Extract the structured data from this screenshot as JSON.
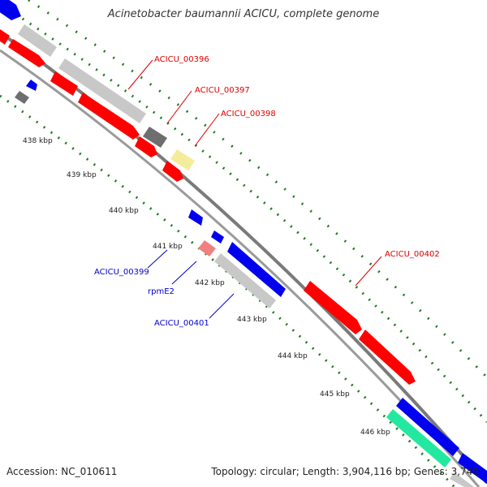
{
  "title": "Acinetobacter baumannii ACICU, complete genome",
  "accession": "Accession: NC_010611",
  "topology": "Topology: circular; Length: 3,904,116 bp; Genes: 3,749",
  "colors": {
    "red": "#ff0000",
    "blue": "#0000ee",
    "grey": "#c8c8c8",
    "dark_grey": "#6e6e6e",
    "yellow": "#f5ec9a",
    "pink": "#f08080",
    "green": "#22e8a0",
    "tick_green": "#1e7a1e",
    "red_label": "#dd0000",
    "blue_label": "#0000cc"
  },
  "ticks": [
    "438 kbp",
    "439 kbp",
    "440 kbp",
    "441 kbp",
    "442 kbp",
    "443 kbp",
    "444 kbp",
    "445 kbp",
    "446 kbp"
  ],
  "gene_labels": [
    {
      "text": "ACICU_00396",
      "color": "red"
    },
    {
      "text": "ACICU_00397",
      "color": "red"
    },
    {
      "text": "ACICU_00398",
      "color": "red"
    },
    {
      "text": "ACICU_00402",
      "color": "red"
    },
    {
      "text": "ACICU_00399",
      "color": "blue"
    },
    {
      "text": "rpmE2",
      "color": "blue"
    },
    {
      "text": "ACICU_00401",
      "color": "blue"
    }
  ]
}
